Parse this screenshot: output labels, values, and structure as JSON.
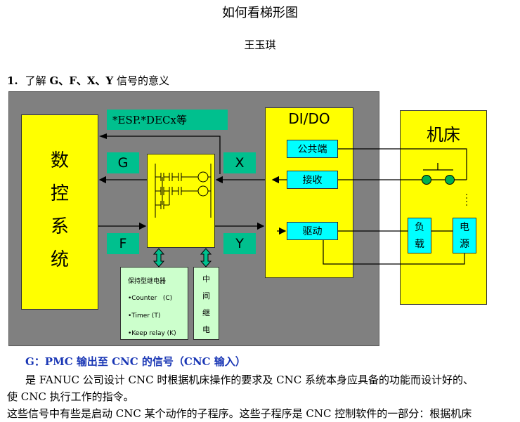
{
  "document": {
    "title": "如何看梯形图",
    "author": "王玉琪",
    "section": {
      "number": "1.",
      "prefix": "了解 ",
      "signals": "G、F、X、Y",
      "suffix": " 信号的意义"
    }
  },
  "diagram": {
    "cnc": {
      "chars": [
        "数",
        "控",
        "系",
        "统"
      ]
    },
    "esp_label": "*ESP.*DECx等",
    "signals": {
      "g": "G",
      "f": "F",
      "x": "X",
      "y": "Y"
    },
    "dido": {
      "title": "DI/DO",
      "common": "公共端",
      "receive": "接收",
      "drive": "驱动"
    },
    "machine": {
      "title": "机床",
      "load": [
        "负",
        "载"
      ],
      "power": [
        "电",
        "源"
      ]
    },
    "relay_box": {
      "title": "保持型继电器",
      "items": [
        "•Counter   (C)",
        "•Timer (T)",
        "•Keep relay (K)"
      ]
    },
    "intermediate": {
      "chars": [
        "中",
        "间",
        "继",
        "电"
      ]
    }
  },
  "body": {
    "g_heading": "G：PMC 输出至 CNC 的信号（CNC 输入）",
    "para1_line1": "是 FANUC 公司设计 CNC 时根据机床操作的要求及 CNC 系统本身应具备的功能而设计好的、",
    "para1_line2": "使 CNC 执行工作的指令。",
    "para2_line1": "这些信号中有些是启动 CNC 某个动作的子程序。这些子程序是 CNC 控制软件的一部分：根据机床"
  }
}
